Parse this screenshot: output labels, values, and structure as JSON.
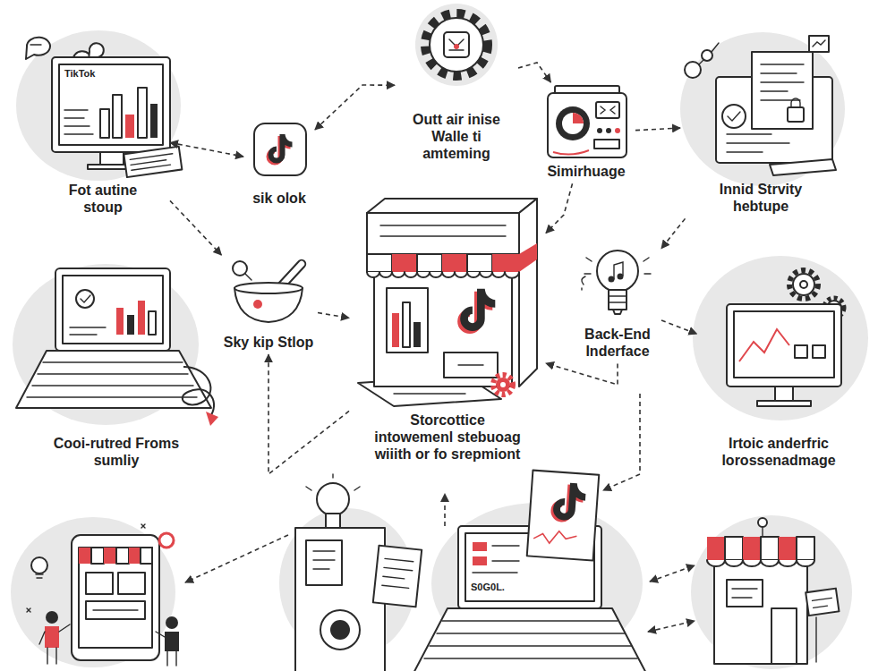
{
  "diagram": {
    "nodes": [
      {
        "text": [
          "Fot autine stoup"
        ]
      },
      {
        "text": [
          "sik olok"
        ]
      },
      {
        "text": [
          "Outt air inise Walle ti amteming"
        ]
      },
      {
        "text": [
          "Simirhuage"
        ]
      },
      {
        "text": [
          "Innid Strvity hebtupe"
        ]
      },
      {
        "text": [
          "Sky kip Stlop"
        ]
      },
      {
        "text": [
          "Storcottice intowemenl stebuoag wiiith or fo srepmiont"
        ]
      },
      {
        "text": [
          "Back-End Inderface"
        ]
      },
      {
        "text": [
          "Cooi-rutred Froms sumliy"
        ]
      },
      {
        "text": [
          "Irtoic anderfric lorossenadmage"
        ]
      }
    ],
    "edges": [
      {
        "from": 0,
        "to": 1,
        "arrow": "both"
      },
      {
        "from": 1,
        "to": 2,
        "arrow": "both"
      },
      {
        "from": 2,
        "to": 3,
        "arrow": "to"
      },
      {
        "from": 3,
        "to": 4,
        "arrow": "to"
      },
      {
        "from": 0,
        "to": 5,
        "arrow": "to"
      },
      {
        "from": 5,
        "to": 6,
        "arrow": "to"
      },
      {
        "from": 3,
        "to": 6,
        "arrow": "to"
      },
      {
        "from": 4,
        "to": 7,
        "arrow": "to"
      },
      {
        "from": 7,
        "to": 9,
        "arrow": "to"
      },
      {
        "from": 7,
        "to": 6,
        "arrow": "to"
      },
      {
        "from": 6,
        "to": 5,
        "arrow": "to"
      }
    ],
    "labels": [
      "TikTok",
      "S0G0L."
    ]
  }
}
